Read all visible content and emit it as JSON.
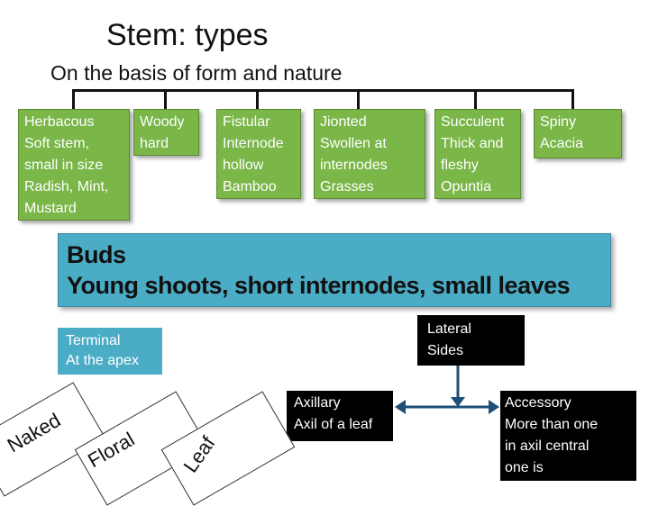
{
  "title": "Stem: types",
  "subtitle": "On the basis of form and nature",
  "stem_types": [
    {
      "lines": [
        "Herbacous",
        "Soft stem,",
        "small in size",
        "Radish, Mint,",
        "Mustard"
      ]
    },
    {
      "lines": [
        "Woody",
        "hard"
      ]
    },
    {
      "lines": [
        "Fistular",
        "Internode",
        "hollow",
        "Bamboo"
      ]
    },
    {
      "lines": [
        "Jionted",
        "Swollen at",
        "internodes",
        "Grasses"
      ]
    },
    {
      "lines": [
        "Succulent",
        "Thick and",
        "fleshy",
        "Opuntia"
      ]
    },
    {
      "lines": [
        "Spiny",
        "Acacia"
      ]
    }
  ],
  "buds": {
    "lines": [
      "Buds",
      "Young shoots, short internodes, small leaves"
    ]
  },
  "terminal": {
    "lines": [
      "Terminal",
      "At the apex"
    ]
  },
  "lateral": {
    "lines": [
      "Lateral",
      "Sides"
    ]
  },
  "axillary": {
    "lines": [
      "Axillary",
      "Axil of a leaf"
    ]
  },
  "accessory": {
    "lines": [
      "Accessory",
      "More than one",
      "in axil central",
      "one is"
    ]
  },
  "rotated_labels": {
    "naked": "Naked",
    "floral": "Floral",
    "leaf": "Leaf"
  },
  "colors": {
    "green_box": "#7ab648",
    "blue_box": "#4bacc6",
    "dark_box": "#000000",
    "arrow": "#1f4e79"
  }
}
